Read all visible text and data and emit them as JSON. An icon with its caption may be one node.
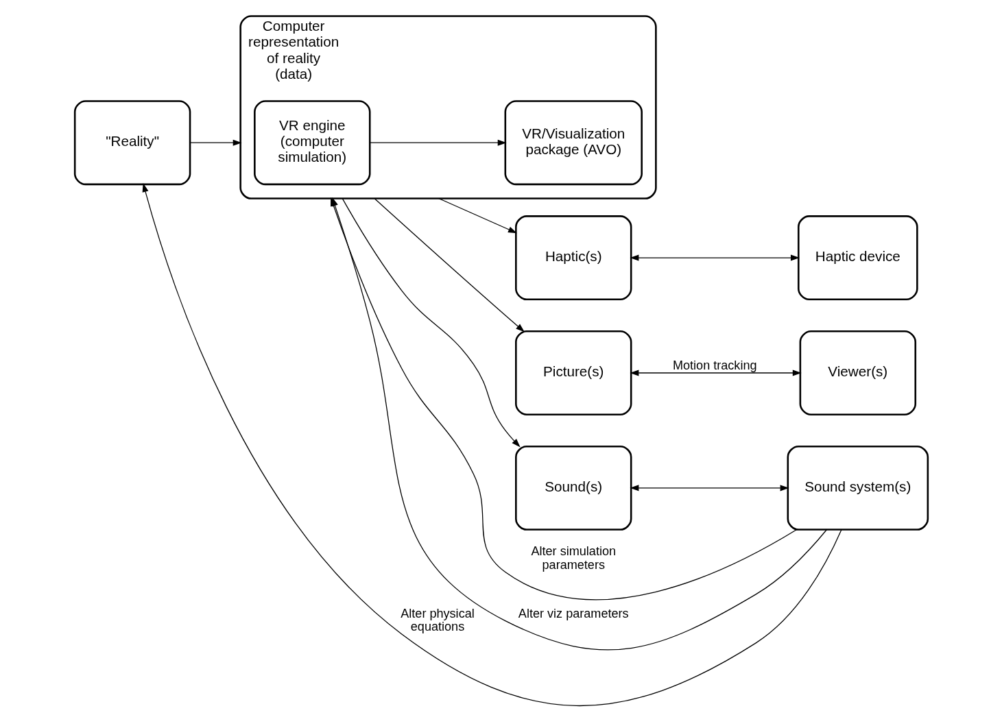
{
  "diagram": {
    "nodes": [
      {
        "text": [
          "\"Reality\""
        ]
      },
      {
        "text": [
          "Computer representation of reality (data)"
        ]
      },
      {
        "text": [
          "VR engine (computer simulation)"
        ],
        "in": 1
      },
      {
        "text": [
          "VR/Visualization package (AVO)"
        ],
        "in": 1
      },
      {
        "text": [
          "Haptic(s)"
        ]
      },
      {
        "text": [
          "Haptic device"
        ]
      },
      {
        "text": [
          "Picture(s)"
        ]
      },
      {
        "text": [
          "Viewer(s)"
        ]
      },
      {
        "text": [
          "Sound(s)"
        ]
      },
      {
        "text": [
          "Sound system(s)"
        ]
      }
    ],
    "edges": [
      {
        "from": 0,
        "to": 1,
        "arrow": "to"
      },
      {
        "from": 1,
        "to": 4,
        "arrow": "to"
      },
      {
        "from": 1,
        "to": 6,
        "arrow": "to"
      },
      {
        "from": 1,
        "to": 8,
        "arrow": "to"
      },
      {
        "from": 4,
        "to": 5,
        "arrow": "both"
      },
      {
        "from": 6,
        "to": 7,
        "arrow": "both",
        "label": "Motion tracking"
      },
      {
        "from": 8,
        "to": 9,
        "arrow": "both"
      },
      {
        "from": 2,
        "to": 3,
        "arrow": "to"
      },
      {
        "from": 9,
        "to": 1,
        "arrow": "to",
        "label": "Alter simulation parameters"
      },
      {
        "from": 9,
        "to": 1,
        "arrow": "to",
        "label": "Alter viz parameters"
      },
      {
        "from": 9,
        "to": 0,
        "arrow": "to",
        "label": "Alter physical equations"
      }
    ]
  }
}
